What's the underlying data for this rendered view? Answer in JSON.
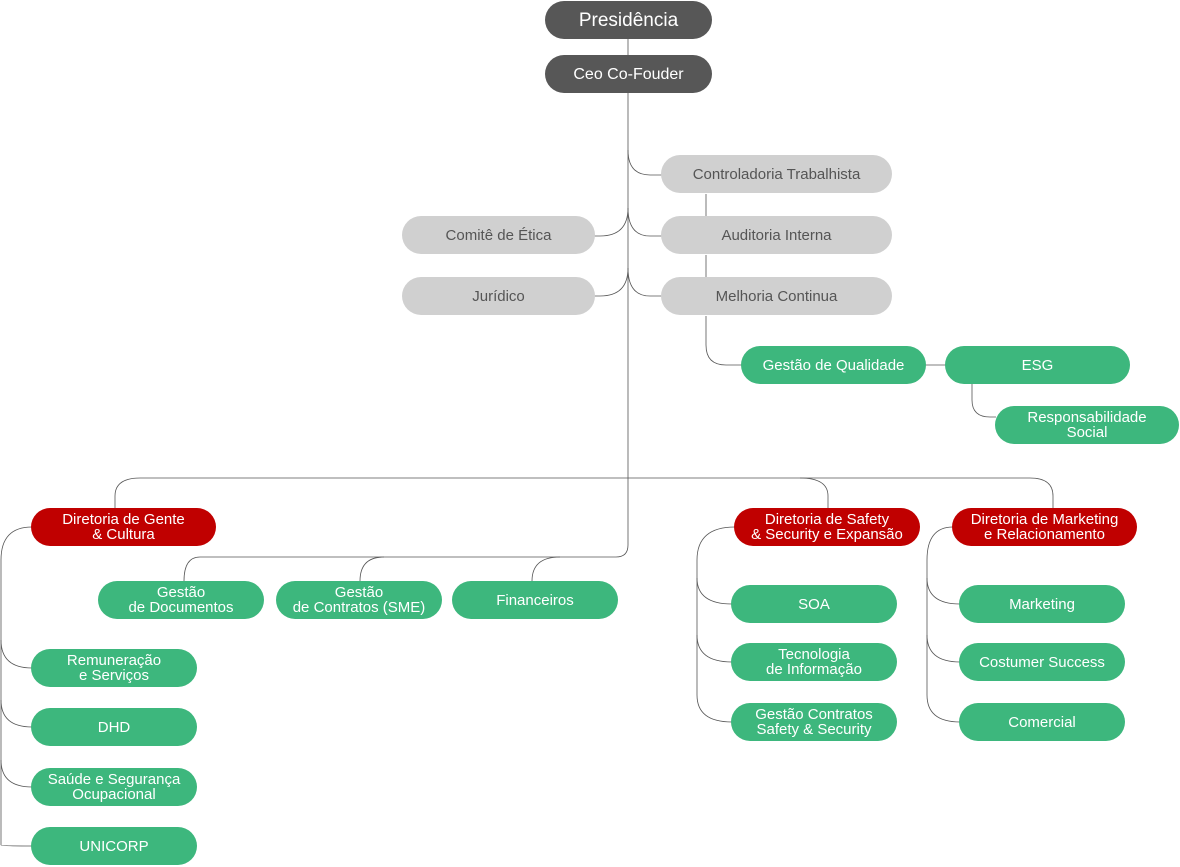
{
  "colors": {
    "executive": "#575757",
    "staff": "#d0d0d0",
    "unit": "#3db77d",
    "directorate": "#c00000",
    "connector": "#555555"
  },
  "nodes": {
    "presidencia": "Presidência",
    "ceo": "Ceo Co-Fouder",
    "controladoria": "Controladoria Trabalhista",
    "comite": "Comitê de Ética",
    "auditoria": "Auditoria Interna",
    "juridico": "Jurídico",
    "melhoria": "Melhoria Continua",
    "qualidade": "Gestão de Qualidade",
    "esg": "ESG",
    "social": "Responsabilidade\nSocial",
    "dir_gente": "Diretoria de Gente\n& Cultura",
    "dir_safety": "Diretoria de Safety\n& Security e Expansão",
    "dir_marketing": "Diretoria de Marketing\ne Relacionamento",
    "documentos": "Gestão\nde Documentos",
    "contratos": "Gestão\nde Contratos (SME)",
    "financeiros": "Financeiros",
    "remuneracao": "Remuneração\ne Serviços",
    "dhd": "DHD",
    "saude": "Saúde e Segurança\nOcupacional",
    "unicorp": "UNICORP",
    "soa": "SOA",
    "tecnologia": "Tecnologia\nde Informação",
    "contratos_safety": "Gestão Contratos\nSafety & Security",
    "marketing": "Marketing",
    "costumer": "Costumer Success",
    "comercial": "Comercial"
  }
}
